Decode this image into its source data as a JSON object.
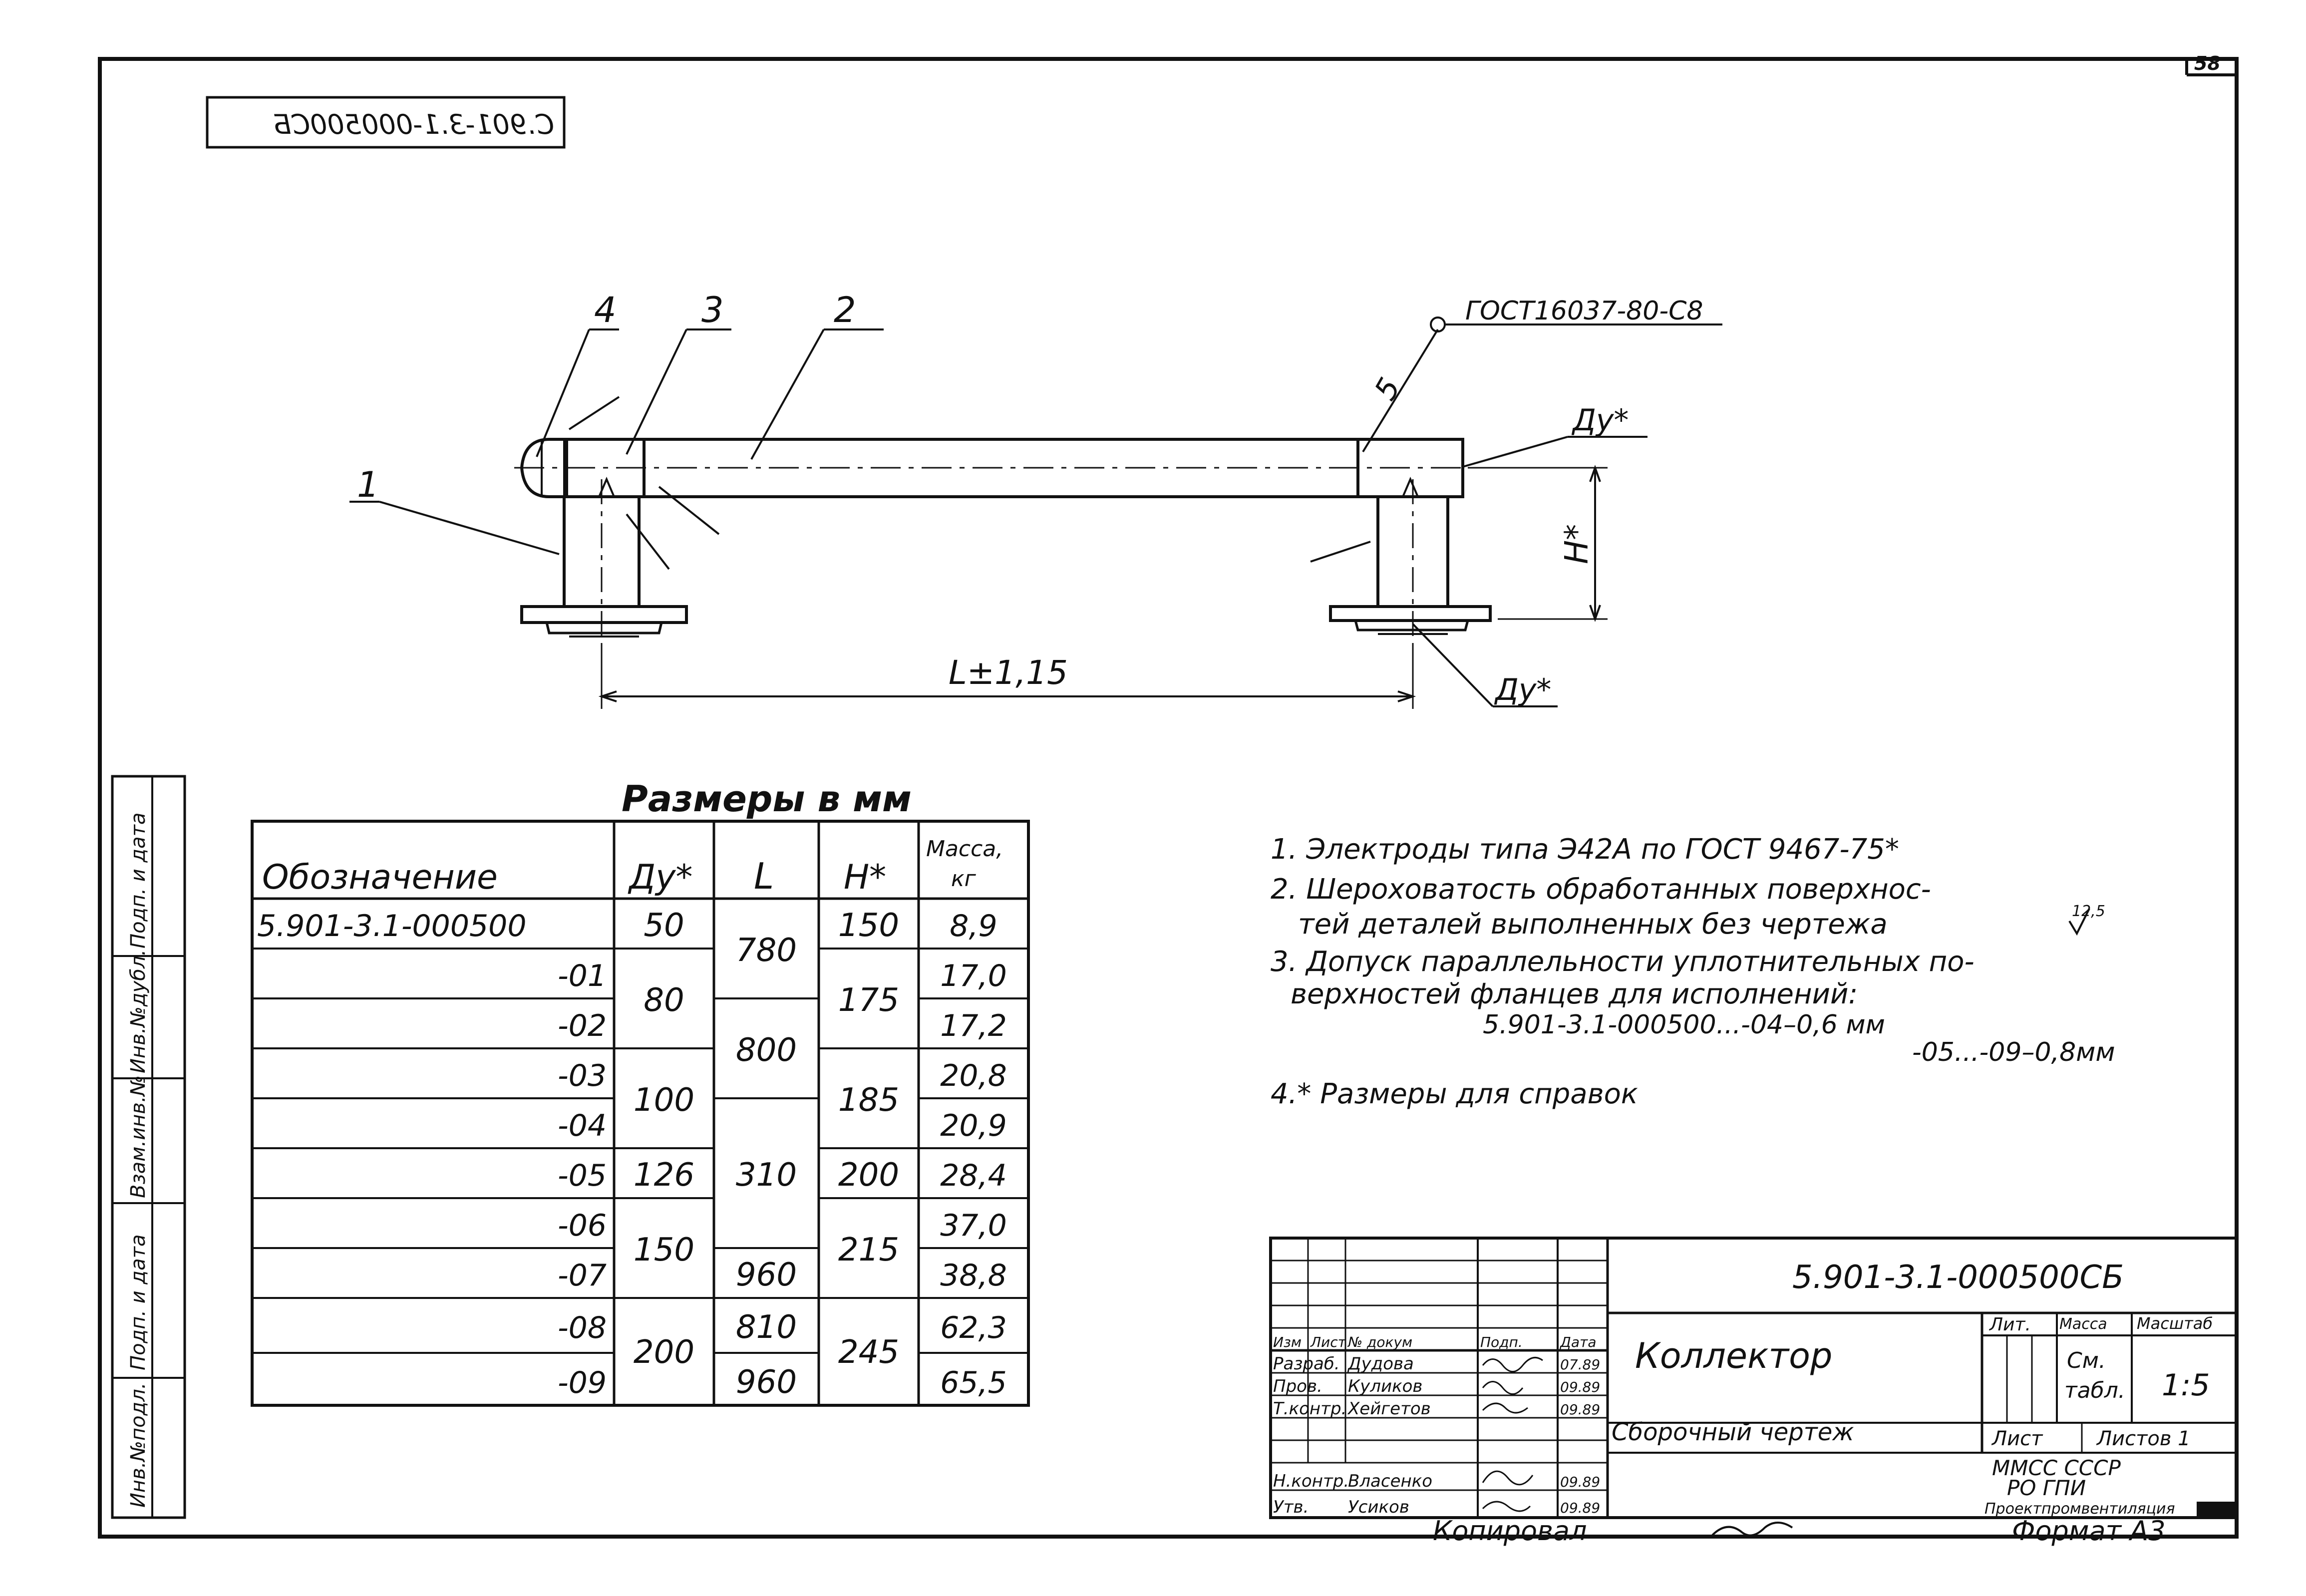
{
  "sheet_number": "58",
  "stamp_code_mirrored": "С.901-3.1-000500СБ",
  "callouts": {
    "p1": "1",
    "p2": "2",
    "p3": "3",
    "p4": "4",
    "p5": "5"
  },
  "weld_note": "ГОСТ16037-80-С8",
  "dim_dy": "Ду*",
  "dim_h": "Н*",
  "dim_l": "L±1,15",
  "table": {
    "title": "Размеры в мм",
    "headers": {
      "designation": "Обозначение",
      "dy": "Ду*",
      "l": "L",
      "h": "Н*",
      "mass": "Масса,",
      "mass_unit": "кг"
    },
    "designation": [
      "5.901-3.1-000500",
      "-01",
      "-02",
      "-03",
      "-04",
      "-05",
      "-06",
      "-07",
      "-08",
      "-09"
    ],
    "dy": [
      "50",
      "80",
      "100",
      "126",
      "150",
      "200"
    ],
    "l": [
      "780",
      "800",
      "310",
      "960",
      "810",
      "960"
    ],
    "h": [
      "150",
      "175",
      "185",
      "200",
      "215",
      "245"
    ],
    "mass": [
      "8,9",
      "17,0",
      "17,2",
      "20,8",
      "20,9",
      "28,4",
      "37,0",
      "38,8",
      "62,3",
      "65,5"
    ]
  },
  "notes": [
    "1. Электроды типа Э42А по ГОСТ 9467-75*",
    "2. Шероховатость обработанных поверхнос-",
    "тей деталей выполненных без чертежа",
    "3. Допуск параллельности уплотнительных по-",
    "верхностей фланцев для исполнений:",
    "5.901-3.1-000500...-04–0,6 мм",
    "-05...-09–0,8мм",
    "4.* Размеры для справок"
  ],
  "roughness": "12,5",
  "title_block": {
    "doc_code": "5.901-3.1-000500СБ",
    "name": "Коллектор",
    "subname": "Сборочный чертеж",
    "row_labels": [
      "Изм",
      "Лист",
      "№ докум",
      "Подп.",
      "Дата"
    ],
    "roles": [
      "Разраб.",
      "Пров.",
      "Т.контр.",
      "Н.контр.",
      "Утв."
    ],
    "people": [
      "Дудова",
      "Куликов",
      "Хейгетов",
      "Власенко",
      "Усиков"
    ],
    "dates": [
      "07.89",
      "09.89",
      "09.89",
      "09.89",
      "09.89"
    ],
    "lit_label": "Лит.",
    "mass_label": "Масса",
    "scale_label": "Масштаб",
    "mass_value_1": "См.",
    "mass_value_2": "табл.",
    "scale_value": "1:5",
    "sheet_label": "Лист",
    "sheets_label": "Листов 1",
    "org_1": "ММСС СССР",
    "org_2": "РО ГПИ",
    "org_3": "Проектпромвентиляция"
  },
  "left_strip": [
    "Инв.№подл.",
    "Подп. и дата",
    "Взам.инв.№",
    "Инв.№дубл.",
    "Подп. и дата"
  ],
  "footer": {
    "copied": "Копировал",
    "format": "Формат А3"
  }
}
